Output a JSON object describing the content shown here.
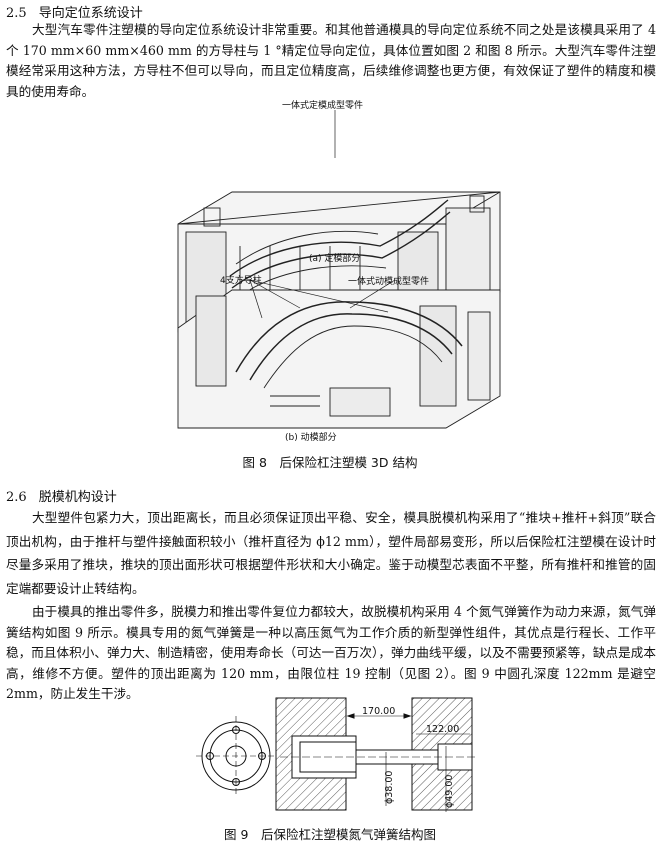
{
  "section_25": {
    "number": "2.5",
    "title": "导向定位系统设计",
    "paragraph": "大型汽车零件注塑模的导向定位系统设计非常重要。和其他普通模具的导向定位系统不同之处是该模具采用了 4 个 170 mm×60 mm×460 mm 的方导柱与 1 °精定位导向定位，具体位置如图 2 和图 8 所示。大型汽车零件注塑模经常采用这种方法，方导柱不但可以导向，而且定位精度高，后续维修调整也更方便，有效保证了塑件的精度和模具的使用寿命。"
  },
  "figure8": {
    "label_a": "一体式定模成型零件",
    "sub_a": "(a) 定模部分",
    "label_b1": "4支方导柱",
    "label_b2": "一体式动模成型零件",
    "sub_b": "(b) 动模部分",
    "caption": "图 8　后保险杠注塑模 3D 结构"
  },
  "section_26": {
    "number": "2.6",
    "title": "脱模机构设计",
    "paragraph1": "大型塑件包紧力大，顶出距离长，而且必须保证顶出平稳、安全，模具脱模机构采用了“推块+推杆+斜顶”联合顶出机构，由于推杆与塑件接触面积较小（推杆直径为 ϕ12 mm），塑件局部易变形，所以后保险杠注塑模在设计时尽量多采用了推块，推块的顶出面形状可根据塑件形状和大小确定。鉴于动模型芯表面不平整，所有推杆和推管的固定端都要设计止转结构。",
    "paragraph2": "由于模具的推出零件多，脱模力和推出零件复位力都较大，故脱模机构采用 4 个氮气弹簧作为动力来源，氮气弹簧结构如图 9 所示。模具专用的氮气弹簧是一种以高压氮气为工作介质的新型弹性组件，其优点是行程长、工作平稳，而且体积小、弹力大、制造精密，使用寿命长（可达一百万次），弹力曲线平缓，以及不需要预紧等，缺点是成本高，维修不方便。塑件的顶出距离为 120 mm，由限位柱 19 控制（见图 2）。图 9 中圆孔深度 122mm 是避空 2mm，防止发生干涉。"
  },
  "figure9": {
    "dim_170": "170.00",
    "dim_122": "122.00",
    "dim_38": "ϕ38.00",
    "dim_49": "ϕ49.00",
    "caption": "图 9　后保险杠注塑模氮气弹簧结构图"
  }
}
